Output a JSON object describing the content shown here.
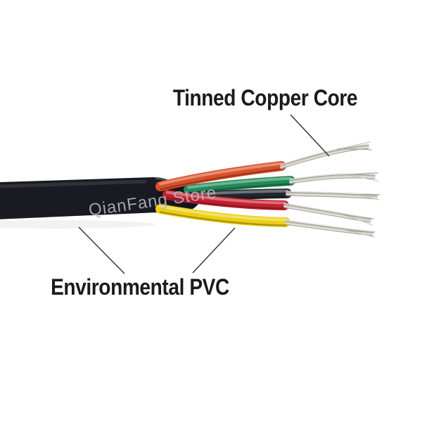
{
  "annotations": {
    "top_label": "Tinned Copper Core",
    "bottom_label": "Environmental PVC"
  },
  "watermark": "QianFang Store",
  "wires": [
    {
      "name": "orange",
      "color": "#d8502a"
    },
    {
      "name": "green",
      "color": "#238a58"
    },
    {
      "name": "black",
      "color": "#23262f"
    },
    {
      "name": "red",
      "color": "#c4202f"
    },
    {
      "name": "yellow",
      "color": "#eccf16"
    }
  ],
  "palette": {
    "background": "#ffffff",
    "sheath": "#1a1a23",
    "sheath_inner": "#15151d",
    "label_text": "#1b1b1b",
    "watermark_text": "#b7b8c0",
    "leader_line": "#2f2f2f",
    "strand_light": "#e7e5e0",
    "strand_mid": "#cbc7c0",
    "strand_dark": "#a9a59d"
  }
}
